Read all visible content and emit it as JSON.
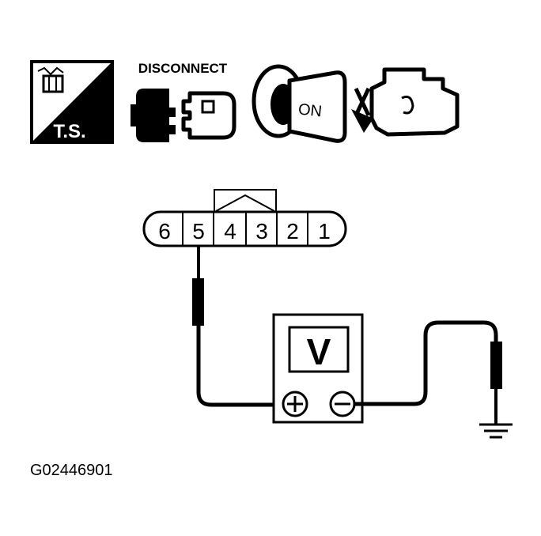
{
  "icons": {
    "troubleshoot_label": "T.S.",
    "disconnect_label": "DISCONNECT",
    "ignition_label": "ON"
  },
  "connector": {
    "pins": [
      "6",
      "5",
      "4",
      "3",
      "2",
      "1"
    ]
  },
  "meter": {
    "display": "V",
    "positive_terminal": "+",
    "negative_terminal": "−"
  },
  "figure_code": "G02446901",
  "colors": {
    "ink": "#000000",
    "paper": "#ffffff"
  }
}
